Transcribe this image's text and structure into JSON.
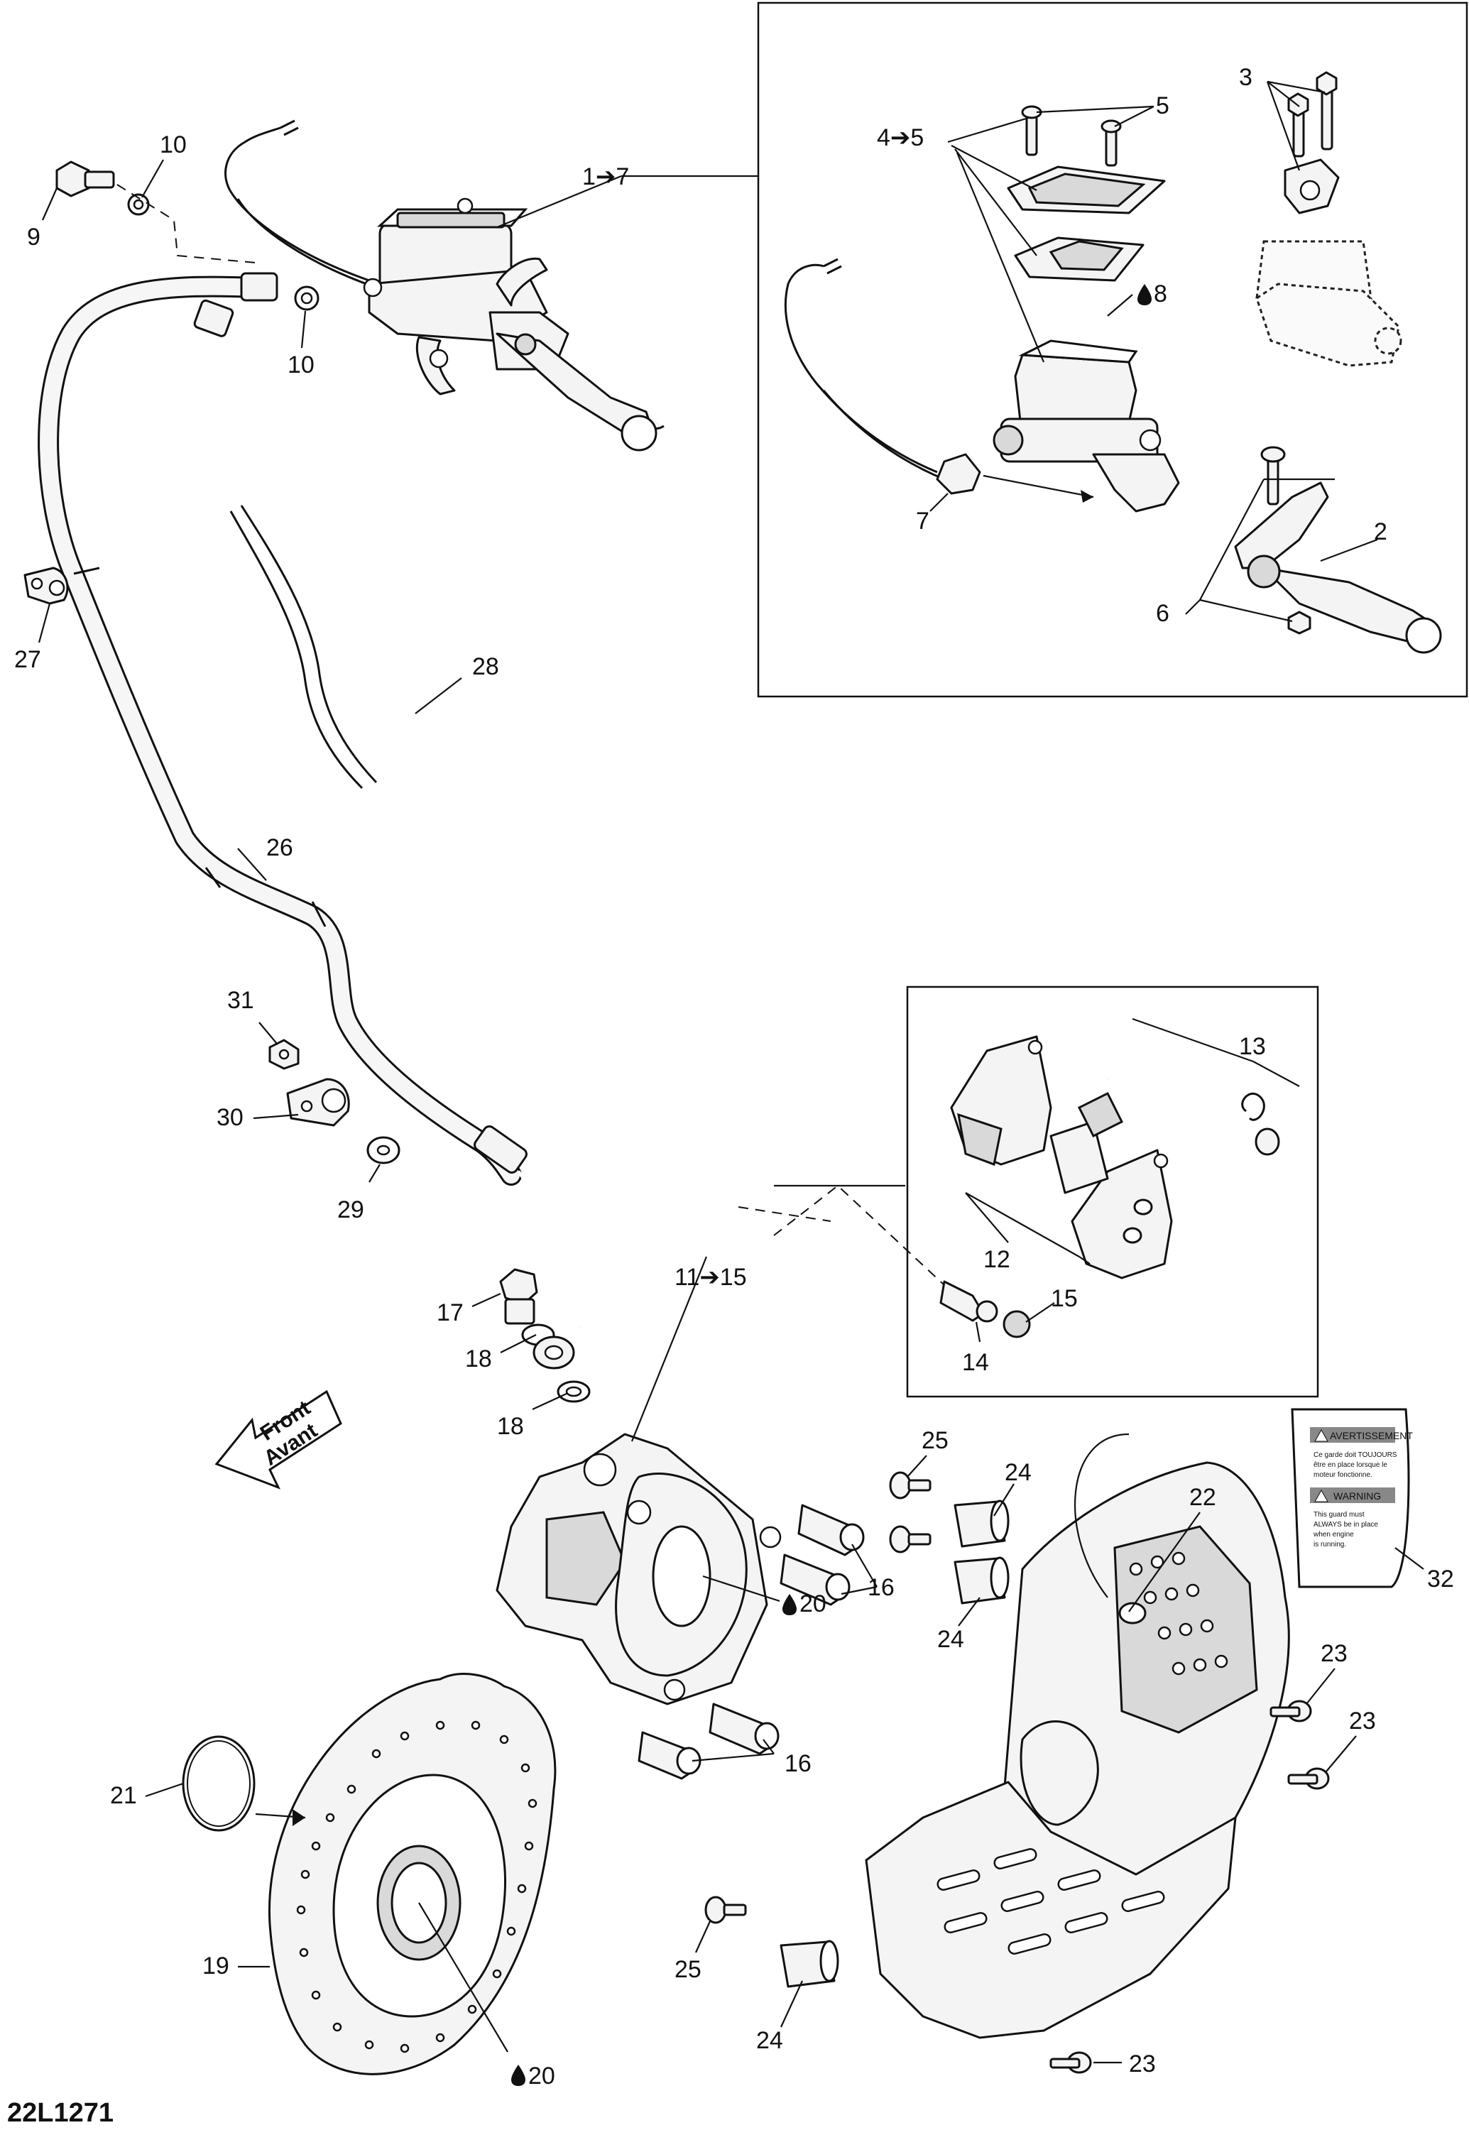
{
  "diagram": {
    "reference_code": "22L1271",
    "callouts": {
      "c1_7": "1➔7",
      "c2": "2",
      "c3": "3",
      "c4_5": "4➔5",
      "c5": "5",
      "c6": "6",
      "c7": "7",
      "c8": "8",
      "c9": "9",
      "c10a": "10",
      "c10b": "10",
      "c11_15": "11➔15",
      "c12": "12",
      "c13": "13",
      "c14": "14",
      "c15": "15",
      "c16a": "16",
      "c16b": "16",
      "c17": "17",
      "c18a": "18",
      "c18b": "18",
      "c19": "19",
      "c20a": "20",
      "c20b": "20",
      "c21": "21",
      "c22": "22",
      "c23a": "23",
      "c23b": "23",
      "c23c": "23",
      "c24a": "24",
      "c24b": "24",
      "c24c": "24",
      "c25a": "25",
      "c25b": "25",
      "c26": "26",
      "c27": "27",
      "c28": "28",
      "c29": "29",
      "c30": "30",
      "c31": "31",
      "c32": "32"
    },
    "front_arrow": {
      "line1": "Front",
      "line2": "Avant"
    },
    "warning_label": {
      "fr_heading": "AVERTISSEMENT",
      "fr_line1": "Ce garde doit TOUJOURS",
      "fr_line2": "être en place lorsque le",
      "fr_line3": "moteur fonctionne.",
      "en_heading": "WARNING",
      "en_line1": "This guard must",
      "en_line2": "ALWAYS be in place",
      "en_line3": "when engine",
      "en_line4": "is running."
    },
    "icons": [
      "oil-drop-icon",
      "front-direction-arrow-icon",
      "warning-triangle-icon"
    ]
  }
}
